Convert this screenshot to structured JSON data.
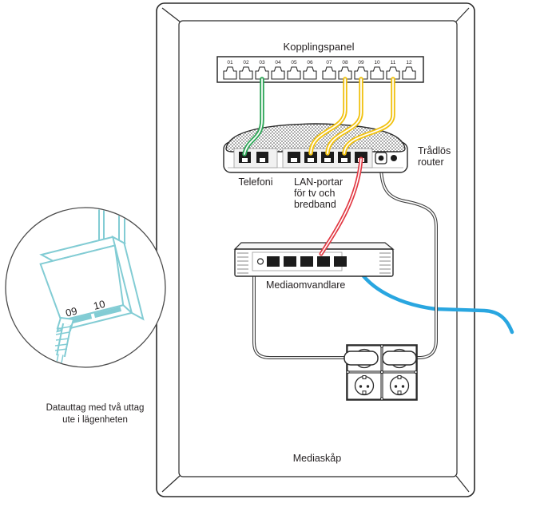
{
  "colors": {
    "green": "#2fa558",
    "yellow": "#f1c212",
    "red": "#e23a44",
    "blue": "#29a6e0",
    "cyan": "#82ccd4",
    "outline": "#2b2b2b",
    "power_cable": "#3f3f3f"
  },
  "patch_panel": {
    "title": "Kopplingspanel",
    "ports": [
      "01",
      "02",
      "03",
      "04",
      "05",
      "06",
      "07",
      "08",
      "09",
      "10",
      "11",
      "12"
    ]
  },
  "router": {
    "label_line1": "Trådlös",
    "label_line2": "router",
    "telefoni_label": "Telefoni",
    "lan_label_line1": "LAN-portar",
    "lan_label_line2": "för tv och",
    "lan_label_line3": "bredband"
  },
  "media_converter": {
    "label": "Mediaomvandlare"
  },
  "outlet_inset": {
    "port_left": "09",
    "port_right": "10",
    "caption_line1": "Datauttag med två uttag",
    "caption_line2": "ute i lägenheten"
  },
  "cabinet": {
    "label": "Mediaskåp"
  }
}
